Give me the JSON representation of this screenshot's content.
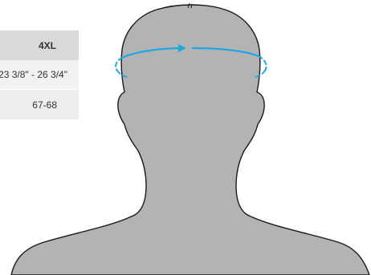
{
  "size_table": {
    "size_label": "4XL",
    "inches": "23 3/8\" - 26 3/4\"",
    "centimeters": "67-68"
  },
  "figure": {
    "silhouette_color": "#b3b3b3",
    "outline_color": "#1a1a1a",
    "measure_line_color": "#1ea7e1",
    "icon": "head-silhouette-icon"
  }
}
